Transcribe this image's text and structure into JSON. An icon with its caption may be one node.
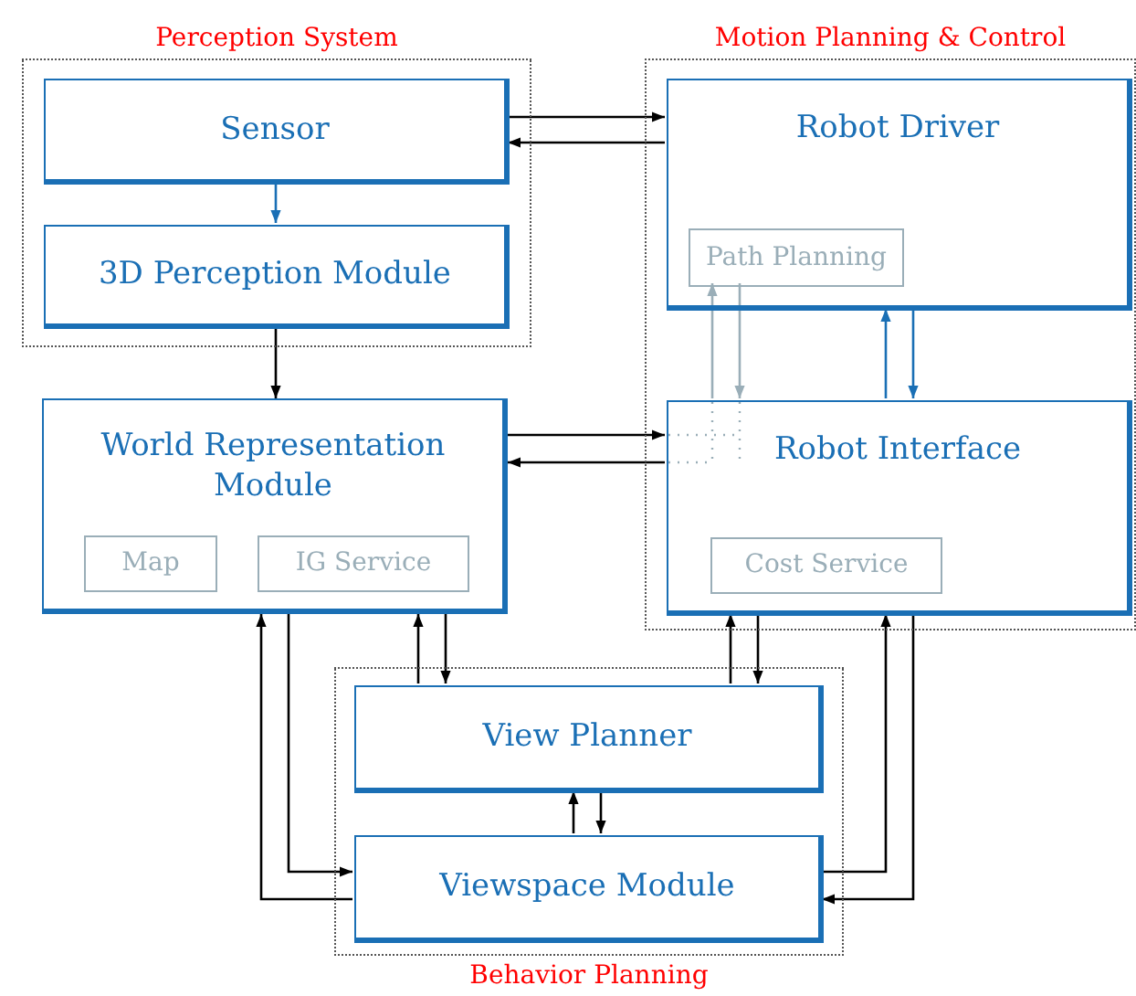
{
  "diagram": {
    "nodes": [
      {
        "text": [
          "Perception System"
        ]
      },
      {
        "text": [
          "Sensor"
        ],
        "in": 0
      },
      {
        "text": [
          "3D Perception Module"
        ],
        "in": 0
      },
      {
        "text": [
          "Motion Planning & Control"
        ]
      },
      {
        "text": [
          "Robot Driver"
        ],
        "in": 3
      },
      {
        "text": [
          "Path Planning"
        ],
        "in": 4
      },
      {
        "text": [
          "Robot Interface"
        ],
        "in": 3
      },
      {
        "text": [
          "Cost Service"
        ],
        "in": 6
      },
      {
        "text": [
          "World Representation Module"
        ]
      },
      {
        "text": [
          "Map"
        ],
        "in": 8
      },
      {
        "text": [
          "IG Service"
        ],
        "in": 8
      },
      {
        "text": [
          "Behavior Planning"
        ]
      },
      {
        "text": [
          "View Planner"
        ],
        "in": 11
      },
      {
        "text": [
          "Viewspace Module"
        ],
        "in": 11
      }
    ],
    "edges": [
      {
        "from": 1,
        "to": 4,
        "arrow": "to"
      },
      {
        "from": 4,
        "to": 1,
        "arrow": "to"
      },
      {
        "from": 1,
        "to": 2,
        "arrow": "to",
        "color": "#1a6fb5"
      },
      {
        "from": 2,
        "to": 8,
        "arrow": "to"
      },
      {
        "from": 8,
        "to": 6,
        "arrow": "to"
      },
      {
        "from": 6,
        "to": 8,
        "arrow": "to"
      },
      {
        "from": 6,
        "to": 5,
        "arrow": "to",
        "color": "#9aaeb8"
      },
      {
        "from": 5,
        "to": 6,
        "arrow": "to",
        "color": "#9aaeb8"
      },
      {
        "from": 6,
        "to": 4,
        "arrow": "to",
        "color": "#1a6fb5"
      },
      {
        "from": 4,
        "to": 6,
        "arrow": "to",
        "color": "#1a6fb5"
      },
      {
        "from": 12,
        "to": 8,
        "arrow": "to"
      },
      {
        "from": 8,
        "to": 12,
        "arrow": "to"
      },
      {
        "from": 12,
        "to": 6,
        "arrow": "to"
      },
      {
        "from": 6,
        "to": 12,
        "arrow": "to"
      },
      {
        "from": 13,
        "to": 12,
        "arrow": "to"
      },
      {
        "from": 12,
        "to": 13,
        "arrow": "to"
      },
      {
        "from": 8,
        "to": 13,
        "arrow": "to"
      },
      {
        "from": 13,
        "to": 8,
        "arrow": "to"
      },
      {
        "from": 13,
        "to": 6,
        "arrow": "to"
      },
      {
        "from": 6,
        "to": 13,
        "arrow": "to"
      }
    ]
  }
}
